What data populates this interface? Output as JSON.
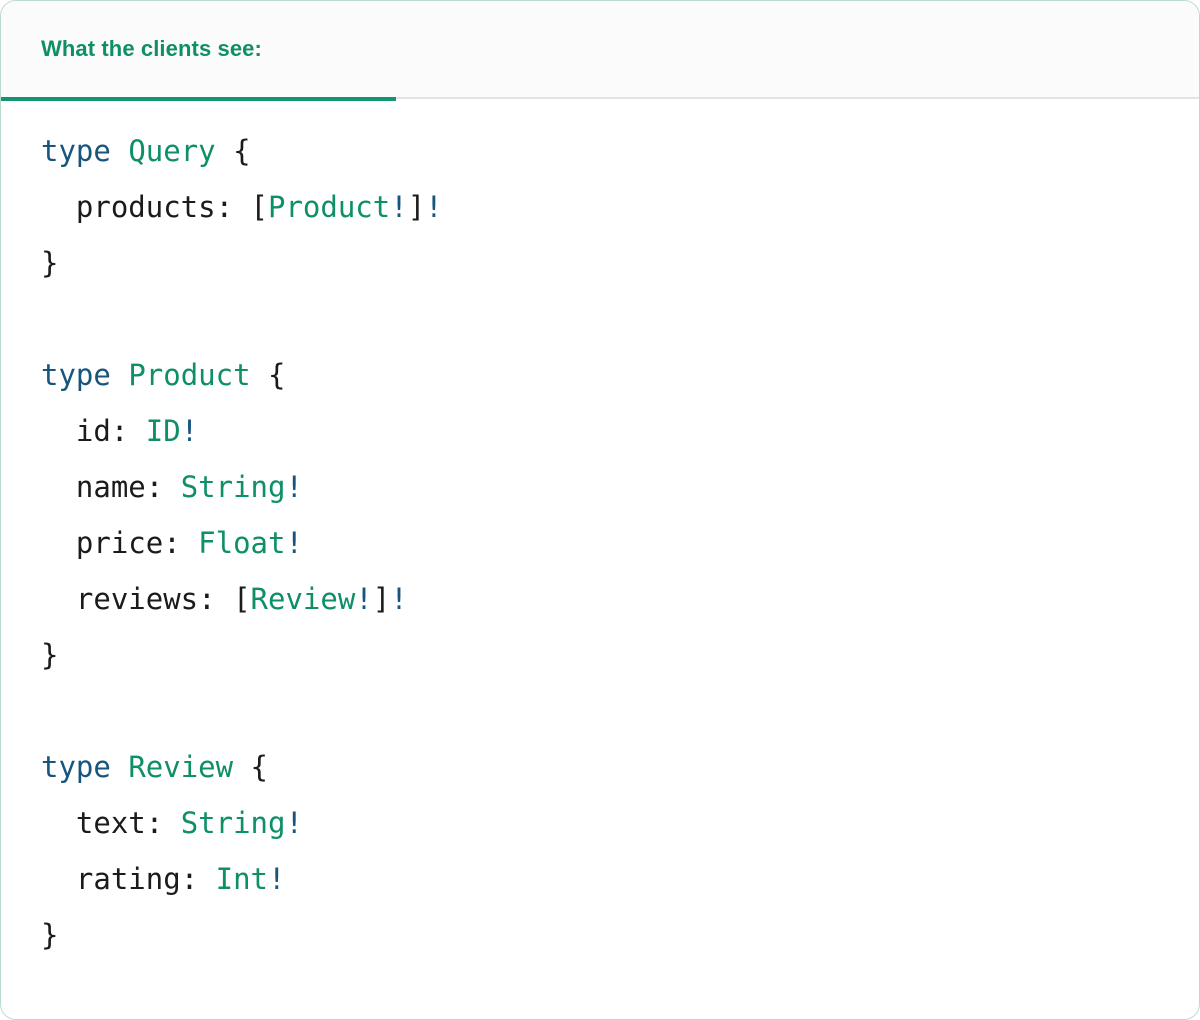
{
  "card": {
    "border_color": "#b9dcca",
    "background": "#ffffff"
  },
  "header": {
    "background": "#fbfbfb",
    "divider_color": "#e4e4e4",
    "tabs": [
      {
        "label": "What the clients see:",
        "active": true,
        "text_color": "#0e8f68",
        "underline_color": "#119673"
      }
    ]
  },
  "colors": {
    "keyword": "#17557f",
    "type_name": "#0e8f68",
    "punctuation": "#1b1b1b",
    "field_name": "#1b1b1b",
    "non_null_bang": "#17557f"
  },
  "code": {
    "language": "graphql",
    "raw": "type Query {\n  products: [Product!]!\n}\n\ntype Product {\n  id: ID!\n  name: String!\n  price: Float!\n  reviews: [Review!]!\n}\n\ntype Review {\n  text: String!\n  rating: Int!\n}",
    "lines": [
      {
        "n": 1,
        "text": "type Query {"
      },
      {
        "n": 2,
        "text": "  products: [Product!]!"
      },
      {
        "n": 3,
        "text": "}"
      },
      {
        "n": 4,
        "text": ""
      },
      {
        "n": 5,
        "text": "type Product {"
      },
      {
        "n": 6,
        "text": "  id: ID!"
      },
      {
        "n": 7,
        "text": "  name: String!"
      },
      {
        "n": 8,
        "text": "  price: Float!"
      },
      {
        "n": 9,
        "text": "  reviews: [Review!]!"
      },
      {
        "n": 10,
        "text": "}"
      },
      {
        "n": 11,
        "text": ""
      },
      {
        "n": 12,
        "text": "type Review {"
      },
      {
        "n": 13,
        "text": "  text: String!"
      },
      {
        "n": 14,
        "text": "  rating: Int!"
      },
      {
        "n": 15,
        "text": "}"
      }
    ],
    "tokens": {
      "kw_type": "type",
      "type_query": "Query",
      "type_product": "Product",
      "type_review": "Review",
      "brace_open": "{",
      "brace_close": "}",
      "bracket_open": "[",
      "bracket_close": "]",
      "bang": "!",
      "colon_space": ": ",
      "indent": "  ",
      "space": " ",
      "field_products": "products",
      "field_id": "id",
      "field_name": "name",
      "field_price": "price",
      "field_reviews": "reviews",
      "field_text": "text",
      "field_rating": "rating",
      "scalar_id": "ID",
      "scalar_string": "String",
      "scalar_float": "Float",
      "scalar_int": "Int"
    }
  }
}
